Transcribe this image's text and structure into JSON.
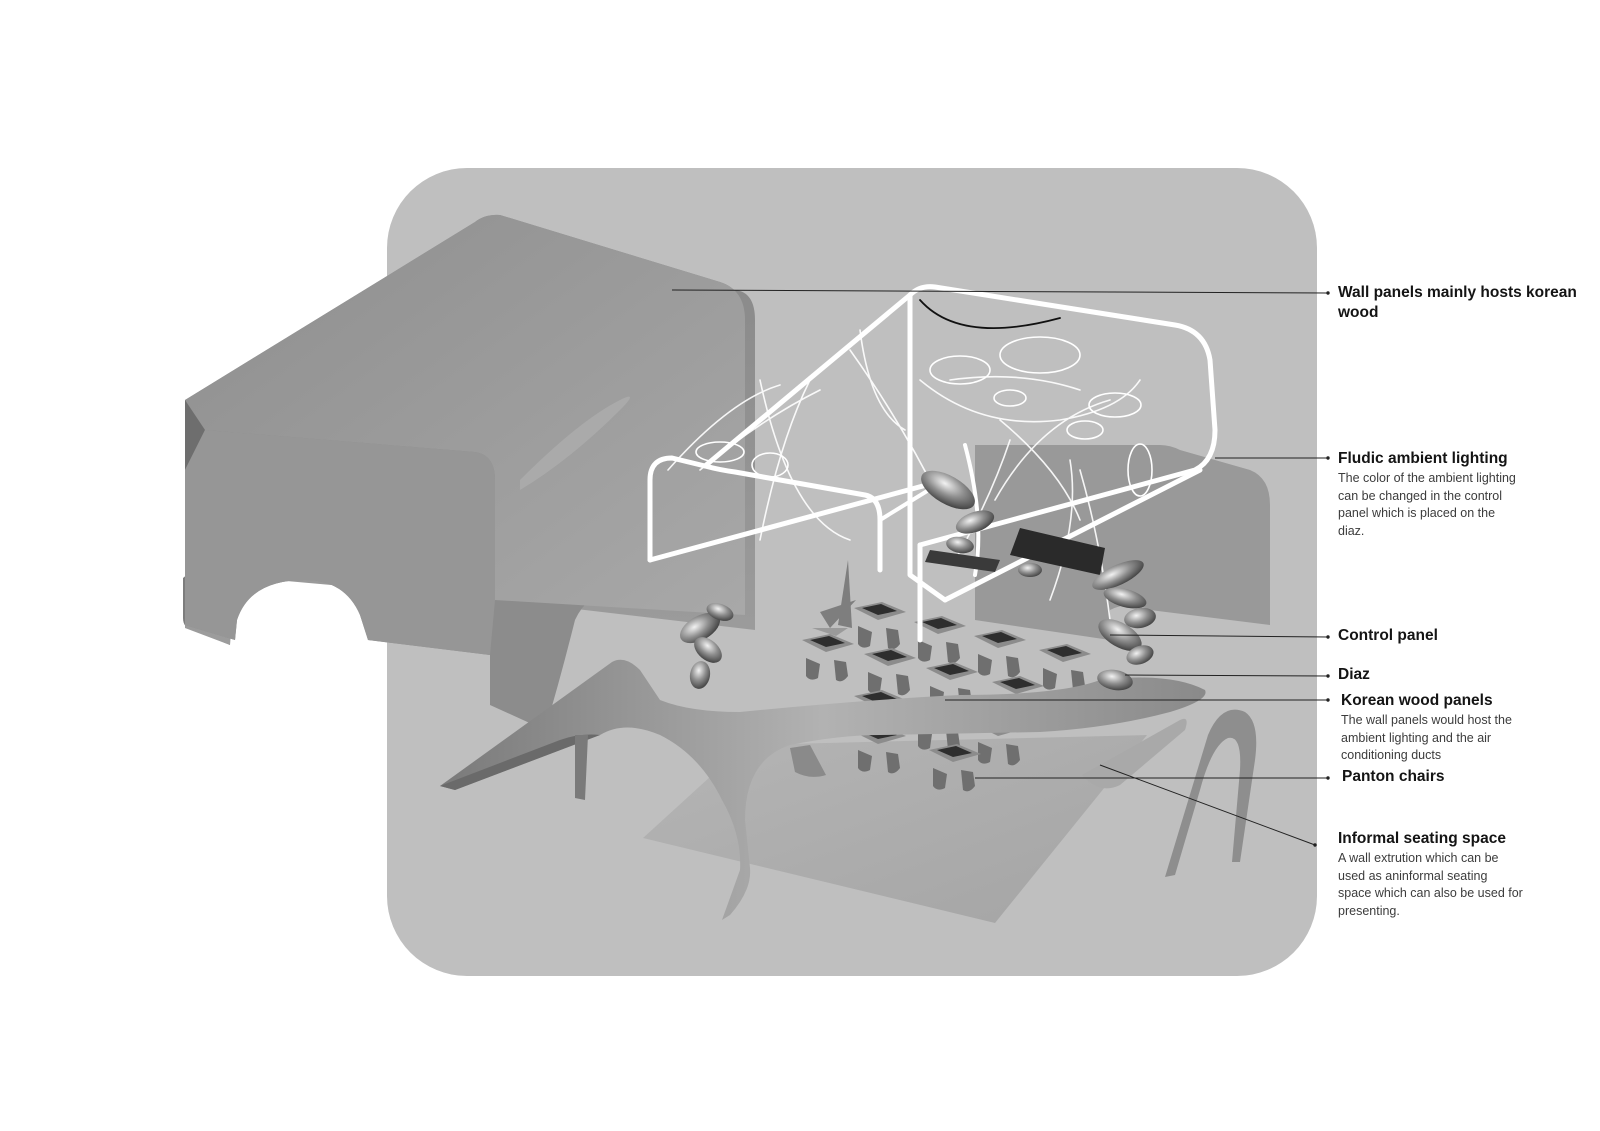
{
  "colors": {
    "background": "#ffffff",
    "panel": "#bfbfbf",
    "metal_light": "#a7a7a7",
    "metal_dark": "#6f6f6f",
    "leader_line": "#222222",
    "wireframe": "#ffffff"
  },
  "labels": [
    {
      "id": "wall-panels",
      "title": "Wall panels mainly hosts korean wood",
      "desc": ""
    },
    {
      "id": "fludic-lighting",
      "title": "Fludic ambient lighting",
      "desc": "The color of the ambient lighting can be changed in the control panel which is placed on the diaz."
    },
    {
      "id": "control-panel",
      "title": "Control panel",
      "desc": ""
    },
    {
      "id": "diaz",
      "title": "Diaz",
      "desc": ""
    },
    {
      "id": "korean-wood-panels",
      "title": "Korean wood panels",
      "desc": "The wall panels would host the ambient lighting and the air conditioning ducts"
    },
    {
      "id": "panton-chairs",
      "title": "Panton chairs",
      "desc": ""
    },
    {
      "id": "informal-seating",
      "title": "Informal seating space",
      "desc": "A wall extrution which can be used as aninformal seating space which can also be used for presenting."
    }
  ]
}
